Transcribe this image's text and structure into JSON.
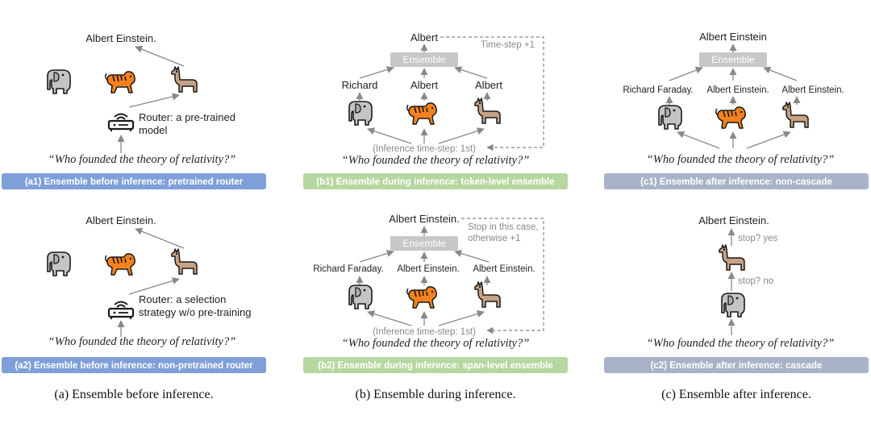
{
  "colors": {
    "a_bar": "#7f9fd9",
    "b_bar": "#b6d7a0",
    "c_bar": "#a9b3c8",
    "ensemble_box": "#c7c7c7",
    "arrow": "#888888"
  },
  "icons": [
    "elephant-icon",
    "tiger-icon",
    "llama-icon",
    "router-icon"
  ],
  "question": "“Who founded the theory of relativity?”",
  "a1": {
    "output": "Albert Einstein.",
    "router_line1": "Router: a pre-trained",
    "router_line2": "model",
    "bar": "(a1) Ensemble before inference: pretrained router"
  },
  "a2": {
    "output": "Albert Einstein.",
    "router_line1": "Router: a selection",
    "router_line2": "strategy w/o pre-training",
    "bar": "(a2) Ensemble before inference: non-pretrained router"
  },
  "b1": {
    "output": "Albert",
    "ensemble": "Ensemble",
    "timestep_note": "Time-step +1",
    "model_outputs": [
      "Richard",
      "Albert",
      "Albert"
    ],
    "inference_note": "(Inference time-step: 1st)",
    "bar": "(b1) Ensemble during inference: token-level ensemble"
  },
  "b2": {
    "output": "Albert Einstein.",
    "ensemble": "Ensemble",
    "stop_note_line1": "Stop in this case,",
    "stop_note_line2": "otherwise +1",
    "model_outputs": [
      "Richard Faraday.",
      "Albert Einstein.",
      "Albert Einstein."
    ],
    "inference_note": "(Inference time-step: 1st)",
    "bar": "(b2) Ensemble during inference: span-level ensemble"
  },
  "c1": {
    "output": "Albert Einstein",
    "ensemble": "Ensemble",
    "model_outputs": [
      "Richard Faraday.",
      "Albert Einstein.",
      "Albert Einstein."
    ],
    "bar": "(c1) Ensemble after inference: non-cascade"
  },
  "c2": {
    "output": "Albert Einstein.",
    "stop_yes": "stop? yes",
    "stop_no": "stop? no",
    "bar": "(c2) Ensemble after inference: cascade"
  },
  "captions": {
    "a": "(a) Ensemble before inference.",
    "b": "(b) Ensemble during inference.",
    "c": "(c) Ensemble after inference."
  }
}
